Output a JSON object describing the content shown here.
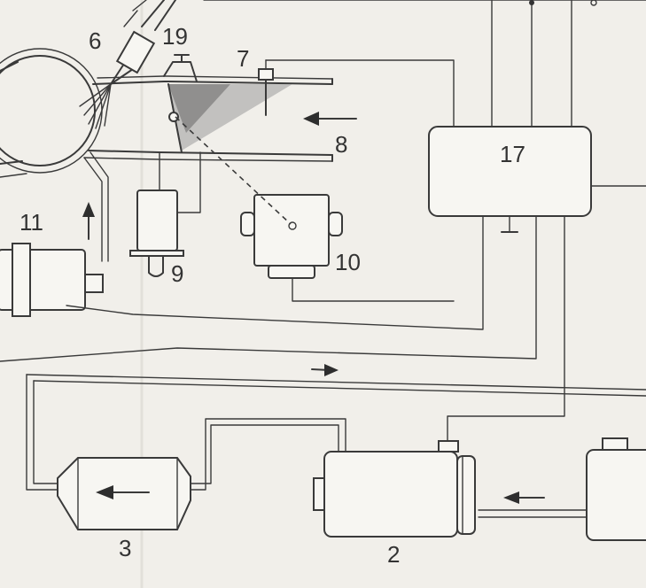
{
  "labels": {
    "injector": "6",
    "valve": "19",
    "sensor": "7",
    "air_inlet": "8",
    "actuator": "9",
    "throttle_switch": "10",
    "ignition_coil": "11",
    "control_unit": "17",
    "fuel_filter": "3",
    "fuel_pump": "2"
  }
}
